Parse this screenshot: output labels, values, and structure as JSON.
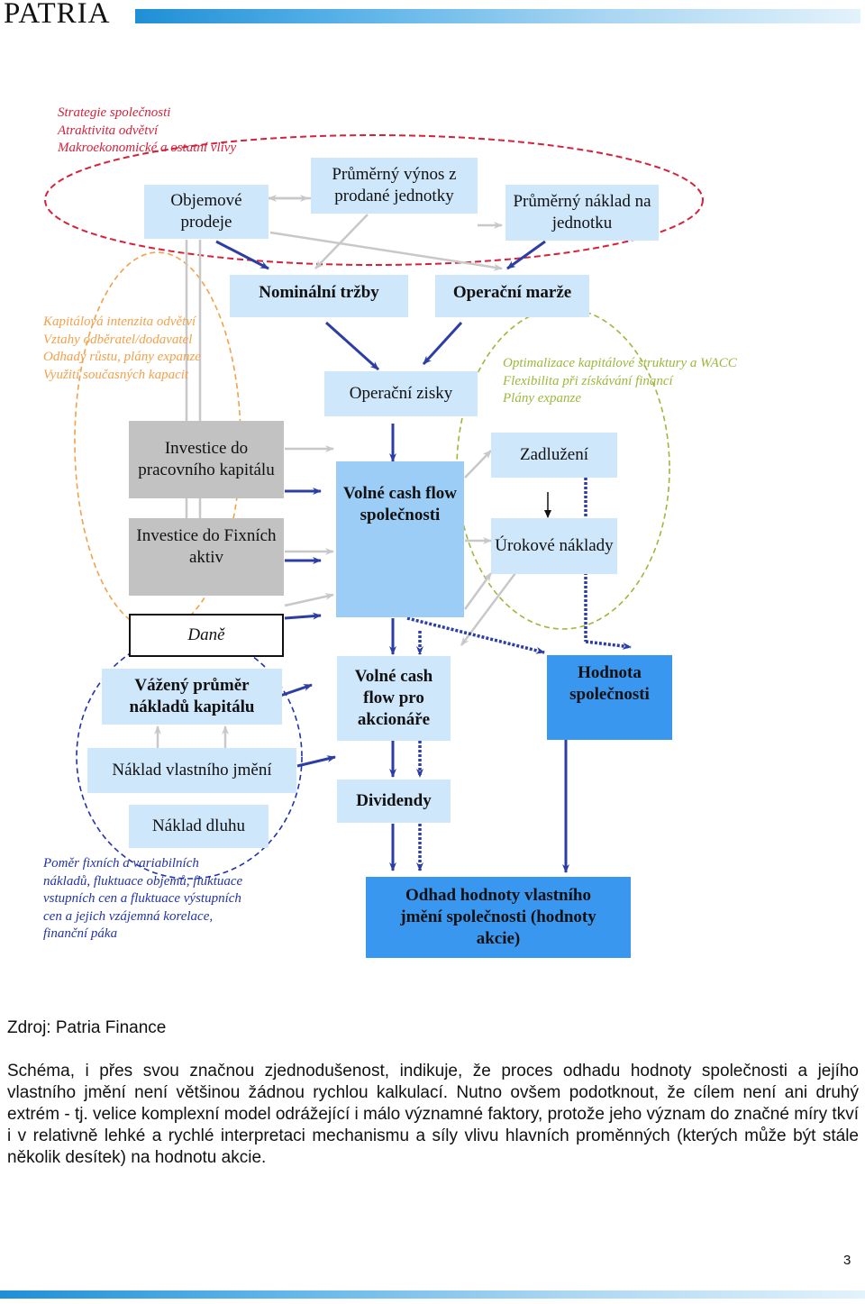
{
  "header": {
    "logo": "PATRIA"
  },
  "colors": {
    "light_box": "#cfe7fb",
    "medium_box": "#9ccdf6",
    "dark_box": "#3a97f0",
    "gray_box": "#c2c2c2",
    "arrow_dark": "#2c3ea6",
    "arrow_light": "#c8c8c8",
    "note_red": "#d6213a",
    "note_orange": "#f2a14a",
    "note_green": "#9cb83b",
    "note_blue": "#2133a8"
  },
  "boxes": {
    "objemove_prodeje": "Objemové prodeje",
    "prumerny_vynos": "Průměrný výnos z prodané jednotky",
    "prumerny_naklad": "Průměrný náklad na jednotku",
    "nominalni_trzby": "Nominální tržby",
    "operacni_marze": "Operační marže",
    "operacni_zisky": "Operační zisky",
    "investice_pracovniho": "Investice do pracovního kapitálu",
    "investice_fixnich": "Investice do Fixních aktiv",
    "volne_cf_spolecnosti": "Volné cash flow společnosti",
    "zadluzeni": "Zadlužení",
    "urokove_naklady": "Úrokové náklady",
    "dane": "Daně",
    "vazeny_prumer": "Vážený průměr nákladů kapitálu",
    "volne_cf_akcionare": "Volné cash flow pro akcionáře",
    "hodnota_spolecnosti": "Hodnota společnosti",
    "naklad_vlastniho": "Náklad vlastního jmění",
    "naklad_dluhu": "Náklad dluhu",
    "dividendy": "Dividendy",
    "odhad_hodnoty": "Odhad hodnoty vlastního jmění společnosti (hodnoty akcie)"
  },
  "notes": {
    "red": [
      "Strategie společnosti",
      "Atraktivita odvětví",
      "Makroekonomické a ostatní vlivy"
    ],
    "orange": [
      "Kapitálová intenzita odvětví",
      "Vztahy odběratel/dodavatel",
      "Odhady růstu, plány expanze",
      "Využití současných kapacit"
    ],
    "green": [
      "Optimalizace kapitálové struktury a WACC",
      "Flexibilita při získávání financí",
      "Plány expanze"
    ],
    "blue": [
      "Poměr fixních a variabilních",
      "nákladů, fluktuace objemů, fluktuace",
      "vstupních cen a fluktuace výstupních",
      "cen a jejich vzájemná korelace,",
      "finanční páka"
    ]
  },
  "footer": {
    "source": "Zdroj: Patria Finance",
    "paragraph": "Schéma, i přes svou značnou zjednodušenost, indikuje, že proces odhadu hodnoty společnosti a jejího vlastního jmění není většinou žádnou rychlou kalkulací. Nutno ovšem podotknout, že cílem není ani druhý extrém - tj. velice komplexní model odrážející i málo významné faktory, protože jeho význam do značné míry tkví i v relativně lehké a rychlé interpretaci mechanismu a síly vlivu hlavních proměnných (kterých může být stále několik desítek) na hodnotu akcie.",
    "page_number": "3"
  }
}
